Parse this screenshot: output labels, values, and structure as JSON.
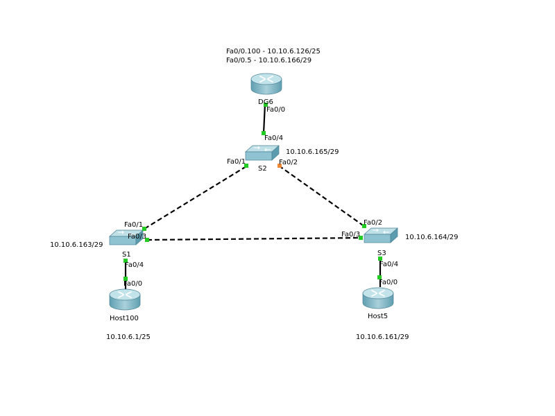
{
  "devices": {
    "router": {
      "name": "DG6"
    },
    "s2": {
      "name": "S2",
      "ip": "10.10.6.165/29"
    },
    "s1": {
      "name": "S1",
      "ip": "10.10.6.163/29"
    },
    "s3": {
      "name": "S3",
      "ip": "10.10.6.164/29"
    },
    "host100": {
      "name": "Host100",
      "ip": "10.10.6.1/25"
    },
    "host5": {
      "name": "Host5",
      "ip": "10.10.6.161/29"
    }
  },
  "router_subinterfaces": [
    "Fa0/0.100 - 10.10.6.126/25",
    "Fa0/0.5 - 10.10.6.166/29"
  ],
  "ports": {
    "dg6_fa00": "Fa0/0",
    "s2_fa04": "Fa0/4",
    "s2_fa01": "Fa0/1",
    "s2_fa02": "Fa0/2",
    "s1_fa01": "Fa0/1",
    "s1_fa03": "Fa0/3",
    "s1_fa04": "Fa0/4",
    "host100_fa00": "Fa0/0",
    "s3_fa02": "Fa0/2",
    "s3_fa03": "Fa0/3",
    "s3_fa04": "Fa0/4",
    "host5_fa00": "Fa0/0"
  },
  "colors": {
    "link_up": "#22cc22",
    "link_blocked": "#ee8833",
    "device_top": "#b9dde6",
    "device_side": "#5e9fb2"
  }
}
